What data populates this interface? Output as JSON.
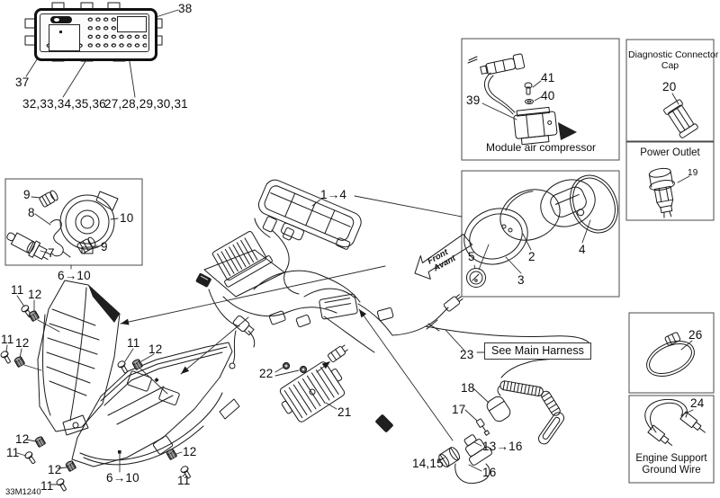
{
  "meta": {
    "drawing_code": "33M1240"
  },
  "direction_arrow": {
    "en": "Front",
    "fr": "Avant"
  },
  "callouts": {
    "c1_4": "1→4",
    "c2": "2",
    "c3": "3",
    "c4": "4",
    "c5": "5",
    "c6_10": "6→10",
    "c7": "7",
    "c8": "8",
    "c9": "9",
    "c10": "10",
    "c11": "11",
    "c12": "12",
    "c13_16": "13→16",
    "c14_15": "14,15",
    "c16": "16",
    "c17": "17",
    "c18": "18",
    "c19": "19",
    "c20": "20",
    "c21": "21",
    "c22": "22",
    "c23": "23",
    "c24": "24",
    "c26": "26",
    "c27_31": "27,28,29,30,31",
    "c32_36": "32,33,34,35,36",
    "c37": "37",
    "c38": "38",
    "c39": "39",
    "c40": "40",
    "c41": "41"
  },
  "insets": {
    "module_air_compressor": "Module air compressor",
    "diagnostic_connector_cap_line1": "Diagnostic Connector",
    "diagnostic_connector_cap_line2": "Cap",
    "power_outlet": "Power Outlet",
    "engine_support_ground_wire_line1": "Engine Support",
    "engine_support_ground_wire_line2": "Ground Wire",
    "see_main_harness": "See Main Harness"
  }
}
